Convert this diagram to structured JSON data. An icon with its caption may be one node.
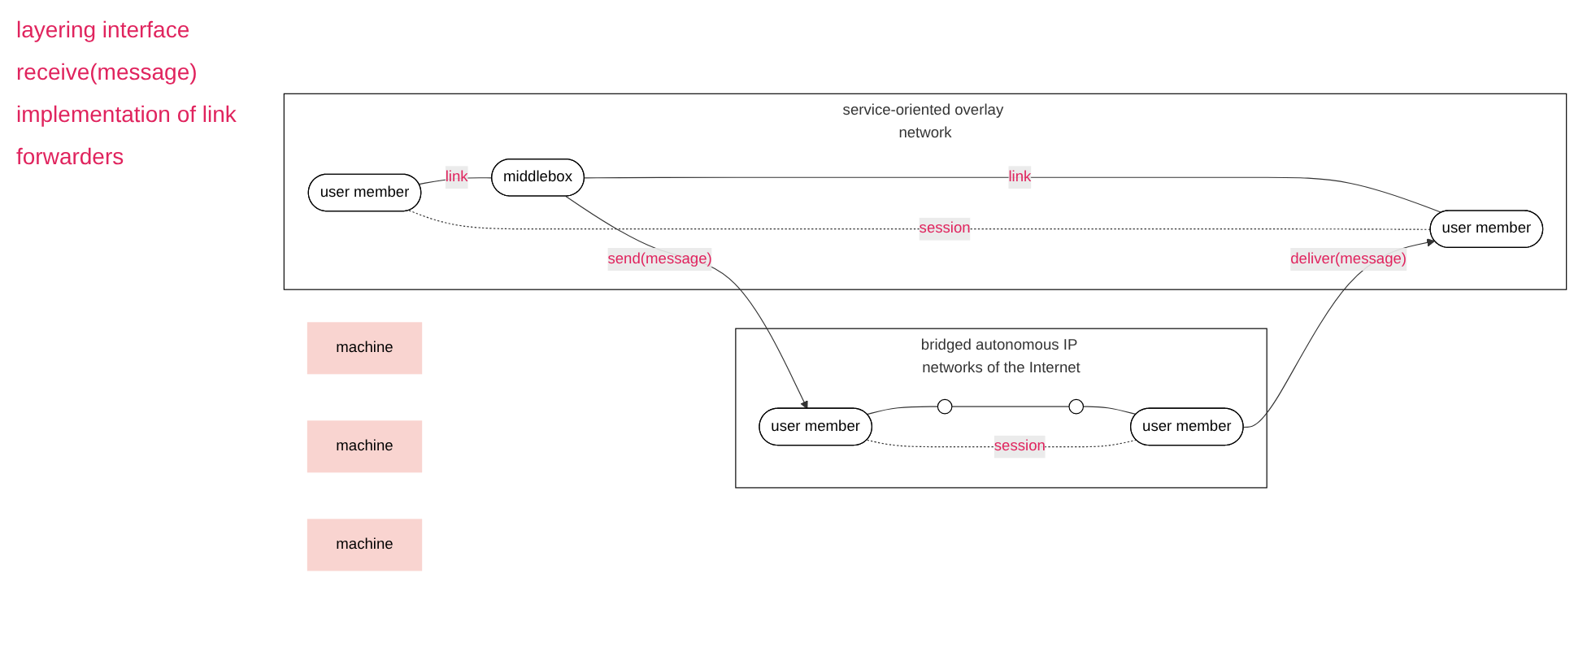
{
  "diagram": {
    "nodes": [
      {
        "text": [
          "machine"
        ]
      },
      {
        "text": [
          "machine"
        ]
      },
      {
        "text": [
          "machine"
        ]
      },
      {
        "text": [
          "service-oriented overlay network"
        ]
      },
      {
        "text": [
          "user member"
        ],
        "in": 3
      },
      {
        "text": [
          "middlebox"
        ],
        "in": 3
      },
      {
        "text": [
          "user member"
        ],
        "in": 3
      },
      {
        "text": [
          "bridged autonomous IP networks of the Internet"
        ]
      },
      {
        "text": [
          "user member"
        ],
        "in": 7
      },
      {
        "text": [],
        "shape": "circle",
        "in": 7
      },
      {
        "text": [],
        "shape": "circle",
        "in": 7
      },
      {
        "text": [
          "user member"
        ],
        "in": 7
      }
    ],
    "edges": [
      {
        "from": 4,
        "to": 5,
        "arrow": "none",
        "label": "link"
      },
      {
        "from": 5,
        "to": 6,
        "arrow": "none",
        "label": "link"
      },
      {
        "from": 4,
        "to": 6,
        "arrow": "none",
        "label": "session",
        "style": "dashed"
      },
      {
        "from": 5,
        "to": 8,
        "arrow": "to",
        "label": "send(message)"
      },
      {
        "from": 11,
        "to": 6,
        "arrow": "to",
        "label": "deliver(message)"
      },
      {
        "from": 8,
        "to": 9,
        "arrow": "none"
      },
      {
        "from": 9,
        "to": 10,
        "arrow": "none"
      },
      {
        "from": 10,
        "to": 11,
        "arrow": "none"
      },
      {
        "from": 8,
        "to": 11,
        "arrow": "none",
        "label": "session",
        "style": "dashed"
      }
    ],
    "labels": [
      "layering interface",
      "receive(message)",
      "implementation of link",
      "forwarders"
    ]
  }
}
